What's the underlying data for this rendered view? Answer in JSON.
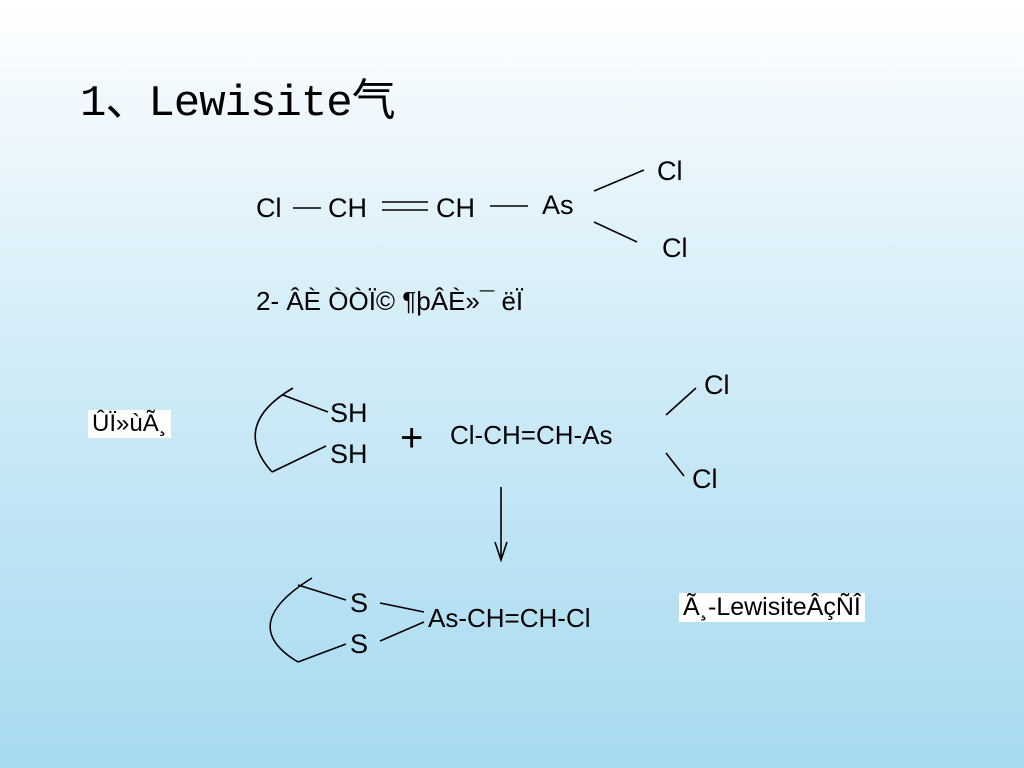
{
  "slide": {
    "title": "1、Lewisite气",
    "structure1": {
      "cl_left": "Cl",
      "ch1": "CH",
      "ch2": "CH",
      "as": "As",
      "cl_top": "Cl",
      "cl_bottom": "Cl"
    },
    "name_line": "2- ÂÈ ÒÒÏ© ¶þÂÈ»¯ ëÏ",
    "reaction": {
      "left_label": "ÛÏ»ùÃ¸",
      "sh_top": "SH",
      "sh_bottom": "SH",
      "plus": "+",
      "reagent": "Cl-CH=CH-As",
      "cl_top": "Cl",
      "cl_bottom": "Cl",
      "s_top": "S",
      "s_bottom": "S",
      "product": "As-CH=CH-Cl",
      "product_label": "Ã¸-LewisiteÂçÑÎ"
    }
  }
}
